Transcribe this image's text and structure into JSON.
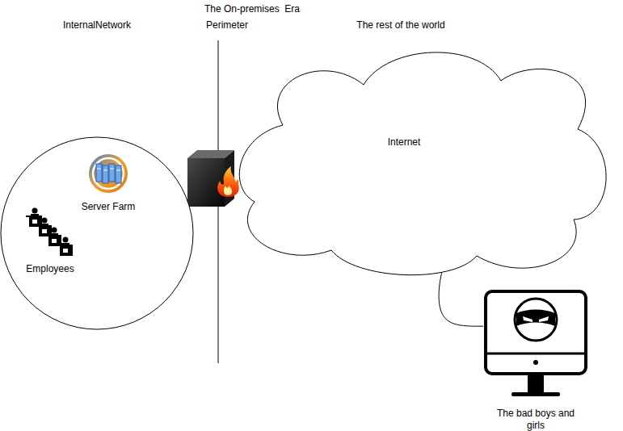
{
  "diagram": {
    "title": "The On-premises  Era",
    "nodes": [
      {
        "text": [
          "InternalNetwork"
        ]
      },
      {
        "text": [
          "Server Farm"
        ],
        "in": 0
      },
      {
        "text": [
          "Employees"
        ],
        "in": 0
      },
      {
        "text": [
          "The rest of the world",
          "Internet"
        ]
      },
      {
        "text": [
          "The bad boys and girls"
        ]
      }
    ],
    "edges": [
      {
        "from": 4,
        "to": 3,
        "arrow": "none"
      }
    ],
    "labels": [
      "Perimeter"
    ]
  }
}
